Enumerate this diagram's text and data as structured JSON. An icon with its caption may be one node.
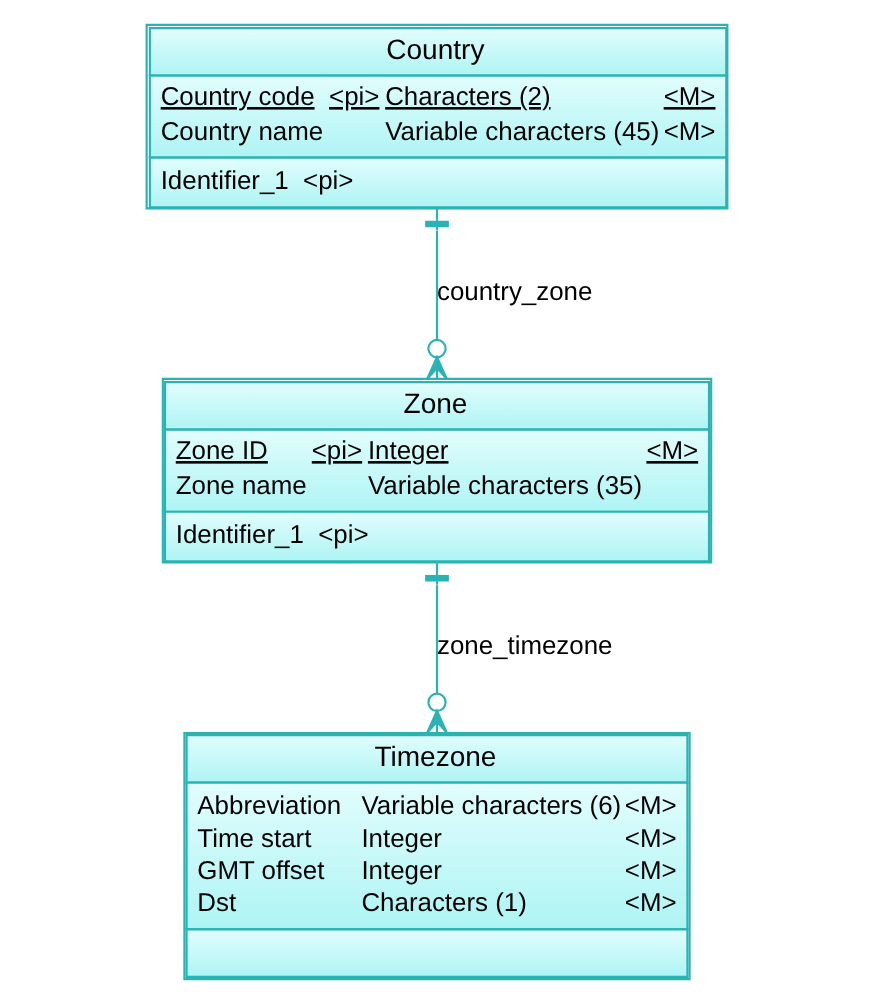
{
  "diagram": {
    "nodes": [
      {
        "text": [
          "Country",
          "Country code",
          "<pi>",
          "Characters (2)",
          "<M>",
          "Country name",
          "Variable characters (45)",
          "<M>",
          "Identifier_1  <pi>"
        ]
      },
      {
        "text": [
          "Zone",
          "Zone ID",
          "<pi>",
          "Integer",
          "<M>",
          "Zone name",
          "Variable characters (35)",
          "Identifier_1  <pi>"
        ]
      },
      {
        "text": [
          "Timezone",
          "Abbreviation",
          "Variable characters (6)",
          "<M>",
          "Time start",
          "Integer",
          "<M>",
          "GMT offset",
          "Integer",
          "<M>",
          "Dst",
          "Characters (1)",
          "<M>"
        ]
      }
    ],
    "edges": [
      {
        "from": 0,
        "to": 1,
        "arrow": "other",
        "label": "country_zone"
      },
      {
        "from": 1,
        "to": 2,
        "arrow": "other",
        "label": "zone_timezone"
      }
    ]
  }
}
